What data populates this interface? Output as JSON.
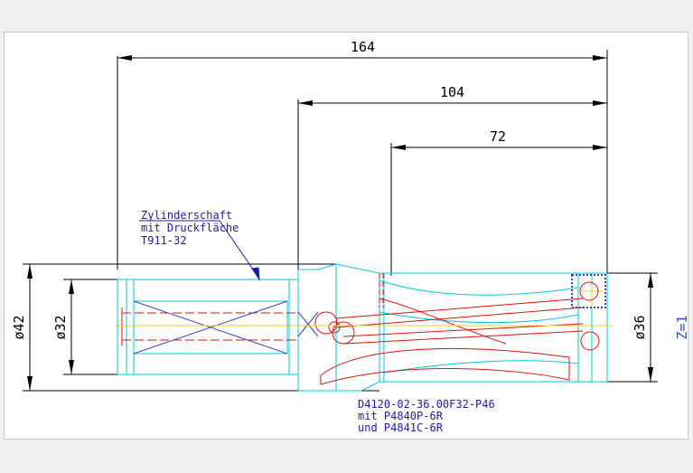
{
  "dimensions": {
    "overall_length": "164",
    "body_length": "104",
    "flute_length": "72",
    "shank_diameter_outer": "ø42",
    "shank_diameter": "ø32",
    "cutting_diameter": "ø36"
  },
  "note": {
    "line1": "Zylinderschaft",
    "line2": "mit Druckfläche",
    "line3": "T911-32"
  },
  "part": {
    "line1": "D4120-02-36.00F32-P46",
    "line2": "mit P4840P-6R",
    "line3": "und P4841C-6R"
  },
  "z_label": "Z=1",
  "colors": {
    "dimension": "#000000",
    "outline": "#00c8d8",
    "hidden": "#e01010",
    "center": "#e8d020",
    "text": "#1c1ca8",
    "insert": "#4040c0"
  }
}
